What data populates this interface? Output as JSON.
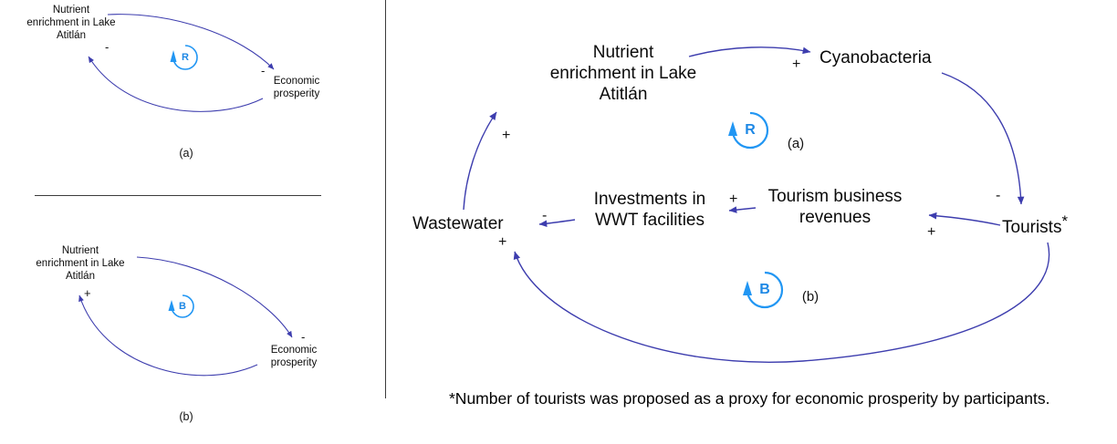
{
  "colors": {
    "arrow": "#3d3dae",
    "loop_blue": "#2196f3",
    "text": "#000000"
  },
  "left": {
    "a": {
      "nutrient": "Nutrient\nenrichment in Lake\nAtitlán",
      "economic": "Economic\nprosperity",
      "sign_economic": "-",
      "sign_nutrient": "-",
      "loop": "R",
      "caption": "(a)"
    },
    "b": {
      "nutrient": "Nutrient\nenrichment in Lake\nAtitlán",
      "economic": "Economic\nprosperity",
      "sign_economic": "-",
      "sign_nutrient": "+",
      "loop": "B",
      "caption": "(b)"
    }
  },
  "right": {
    "nodes": {
      "nutrient": "Nutrient\nenrichment in Lake\nAtitlán",
      "cyanobacteria": "Cyanobacteria",
      "tourists": "Tourists",
      "tourists_note": "*",
      "tourism_revenues": "Tourism business\nrevenues",
      "investments": "Investments in\nWWT facilities",
      "wastewater": "Wastewater"
    },
    "signs": {
      "nutrient_to_cyano": "+",
      "cyano_to_tourists": "-",
      "tourists_to_revenues": "+",
      "revenues_to_investments": "+",
      "investments_to_wastewater": "-",
      "wastewater_to_nutrient": "+",
      "tourists_to_wastewater": "+"
    },
    "loops": {
      "r_label": "R",
      "r_caption": "(a)",
      "b_label": "B",
      "b_caption": "(b)"
    },
    "footnote": "*Number of tourists was proposed as a proxy for economic prosperity by participants."
  }
}
